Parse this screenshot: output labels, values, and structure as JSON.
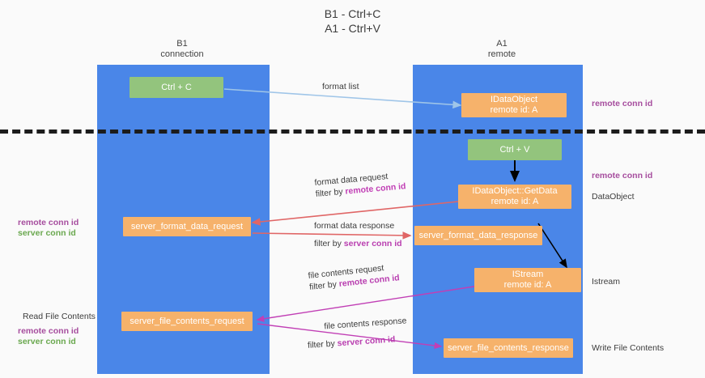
{
  "title": {
    "line1": "B1 - Ctrl+C",
    "line2": "A1 - Ctrl+V"
  },
  "columns": {
    "left": {
      "name": "B1",
      "role": "connection"
    },
    "right": {
      "name": "A1",
      "role": "remote"
    }
  },
  "boxes": {
    "ctrl_c": {
      "label": "Ctrl + C",
      "color": "#93c47d"
    },
    "ctrl_v": {
      "label": "Ctrl + V",
      "color": "#93c47d"
    },
    "idataobject": {
      "line1": "IDataObject",
      "line2": "remote id: A",
      "color": "#f6b26b"
    },
    "idataobject_getdata": {
      "line1": "IDataObject::GetData",
      "line2": "remote id: A",
      "color": "#f6b26b"
    },
    "istream": {
      "line1": "IStream",
      "line2": "remote id: A",
      "color": "#f6b26b"
    },
    "server_format_data_request": {
      "label": "server_format_data_request",
      "color": "#f6b26b"
    },
    "server_format_data_response": {
      "label": "server_format_data_response",
      "color": "#f6b26b"
    },
    "server_file_contents_request": {
      "label": "server_file_contents_request",
      "color": "#f6b26b"
    },
    "server_file_contents_response": {
      "label": "server_file_contents_response",
      "color": "#f6b26b"
    }
  },
  "edges": {
    "format_list": {
      "line1": "format list"
    },
    "format_data_request": {
      "line1": "format data request",
      "line2_prefix": "filter by ",
      "line2_highlight": "remote conn id"
    },
    "format_data_response": {
      "line1": "format data response",
      "line2_prefix": "filter by ",
      "line2_highlight": "server conn id"
    },
    "file_contents_request": {
      "line1": "file contents request",
      "line2_prefix": "filter by ",
      "line2_highlight": "remote conn id"
    },
    "file_contents_response": {
      "line1": "file contents response",
      "line2_prefix": "filter by ",
      "line2_highlight": "server conn id"
    }
  },
  "annotations": {
    "right_remote_conn_id_top": "remote conn id",
    "right_remote_conn_id_mid": "remote conn id",
    "right_dataobject": "DataObject",
    "right_istream": "Istream",
    "right_write_file_contents": "Write File Contents",
    "left_remote_conn_id": "remote conn id",
    "left_server_conn_id": "server conn id",
    "left_read_file_contents": "Read File Contents",
    "left_remote_conn_id_2": "remote conn id",
    "left_server_conn_id_2": "server conn id"
  },
  "colors": {
    "lane": "#4a86e8",
    "green_box": "#93c47d",
    "orange_box": "#f6b26b",
    "purple_text": "#a64d9e",
    "green_text": "#6aa84f",
    "magenta_arrow": "#c13fb5",
    "red_arrow": "#e06666",
    "blue_arrow": "#9fc5e8",
    "black_arrow": "#000000",
    "divider": "#1c1c1c"
  }
}
